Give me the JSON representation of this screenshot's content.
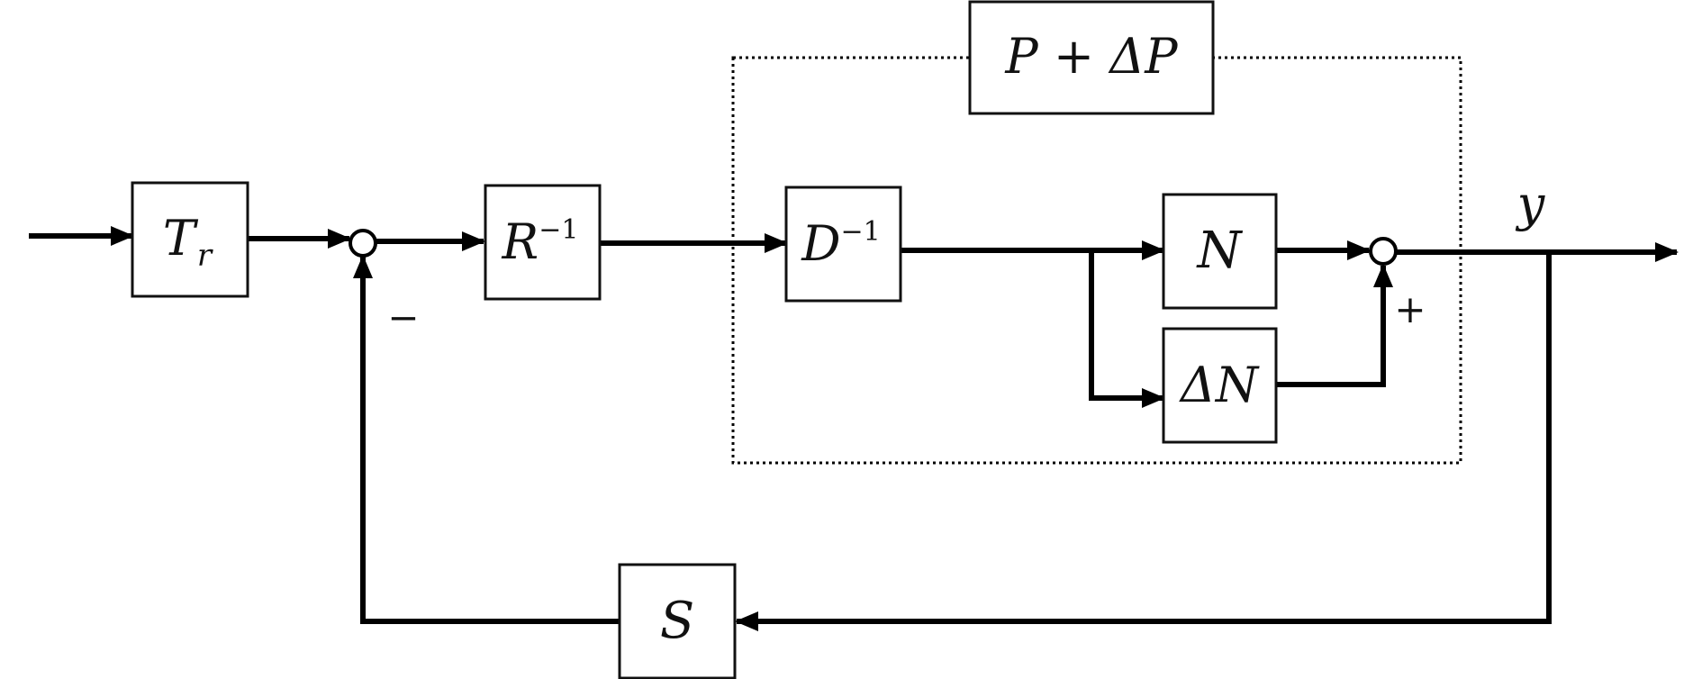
{
  "blocks": {
    "tr": {
      "main": "T",
      "sub": "r"
    },
    "r_inv": {
      "main": "R",
      "sup": "−1"
    },
    "d_inv": {
      "main": "D",
      "sup": "−1"
    },
    "n": {
      "main": "N"
    },
    "delta_n": {
      "main": "ΔN"
    },
    "s": {
      "main": "S"
    }
  },
  "group_label": "P + ΔP",
  "output_label": "y",
  "signs": {
    "feedback": "−",
    "uncertainty": "+"
  },
  "colors": {
    "line": "#000000",
    "dotted_border": "#000000",
    "background": "#ffffff"
  }
}
